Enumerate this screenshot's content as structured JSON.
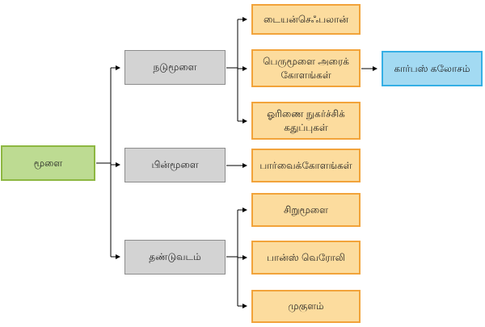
{
  "diagram": {
    "background_color": "#ffffff",
    "connector_color": "#000000",
    "colors": {
      "root_fill": "#bddb92",
      "root_border": "#8db741",
      "branch_fill": "#d3d3d3",
      "branch_border": "#8c8c8c",
      "leaf_fill": "#fcdc9e",
      "leaf_border": "#f2a33a",
      "highlight_fill": "#a3daf2",
      "highlight_border": "#35afe5"
    },
    "nodes": {
      "brain": {
        "label": "மூளை",
        "fill": "#bddb92",
        "border": "#8db741"
      },
      "midbrain": {
        "label": "நடுமூளை",
        "fill": "#d3d3d3",
        "border": "#8c8c8c"
      },
      "hindbrain": {
        "label": "பின்மூளை",
        "fill": "#d3d3d3",
        "border": "#8c8c8c"
      },
      "spinal_cord": {
        "label": "தண்டுவடம்",
        "fill": "#d3d3d3",
        "border": "#8c8c8c"
      },
      "diencephalon": {
        "label": "டையன்செஃபலான்",
        "fill": "#fcdc9e",
        "border": "#f2a33a"
      },
      "cerebral_hemispheres": {
        "label": "பெருமூளை அரைக் கோளங்கள்",
        "fill": "#fcdc9e",
        "border": "#f2a33a"
      },
      "olfactory_lobes": {
        "label": "ஓரிணை நுகர்ச்சிக் கதுப்புகள்",
        "fill": "#fcdc9e",
        "border": "#f2a33a"
      },
      "optic_lobes": {
        "label": "பார்வைக்கோளங்கள்",
        "fill": "#fcdc9e",
        "border": "#f2a33a"
      },
      "cerebellum": {
        "label": "சிறுமூளை",
        "fill": "#fcdc9e",
        "border": "#f2a33a"
      },
      "pons_varolii": {
        "label": "பான்ஸ் வெரோலி",
        "fill": "#fcdc9e",
        "border": "#f2a33a"
      },
      "medulla": {
        "label": "முகுளம்",
        "fill": "#fcdc9e",
        "border": "#f2a33a"
      },
      "corpus_callosum": {
        "label": "கார்பஸ் கலோசம்",
        "fill": "#a3daf2",
        "border": "#35afe5"
      }
    },
    "edges": [
      {
        "from": "brain",
        "to": "midbrain"
      },
      {
        "from": "brain",
        "to": "hindbrain"
      },
      {
        "from": "brain",
        "to": "spinal_cord"
      },
      {
        "from": "midbrain",
        "to": "diencephalon"
      },
      {
        "from": "midbrain",
        "to": "cerebral_hemispheres"
      },
      {
        "from": "midbrain",
        "to": "olfactory_lobes"
      },
      {
        "from": "hindbrain",
        "to": "optic_lobes"
      },
      {
        "from": "spinal_cord",
        "to": "cerebellum"
      },
      {
        "from": "spinal_cord",
        "to": "pons_varolii"
      },
      {
        "from": "spinal_cord",
        "to": "medulla"
      },
      {
        "from": "cerebral_hemispheres",
        "to": "corpus_callosum"
      }
    ]
  }
}
